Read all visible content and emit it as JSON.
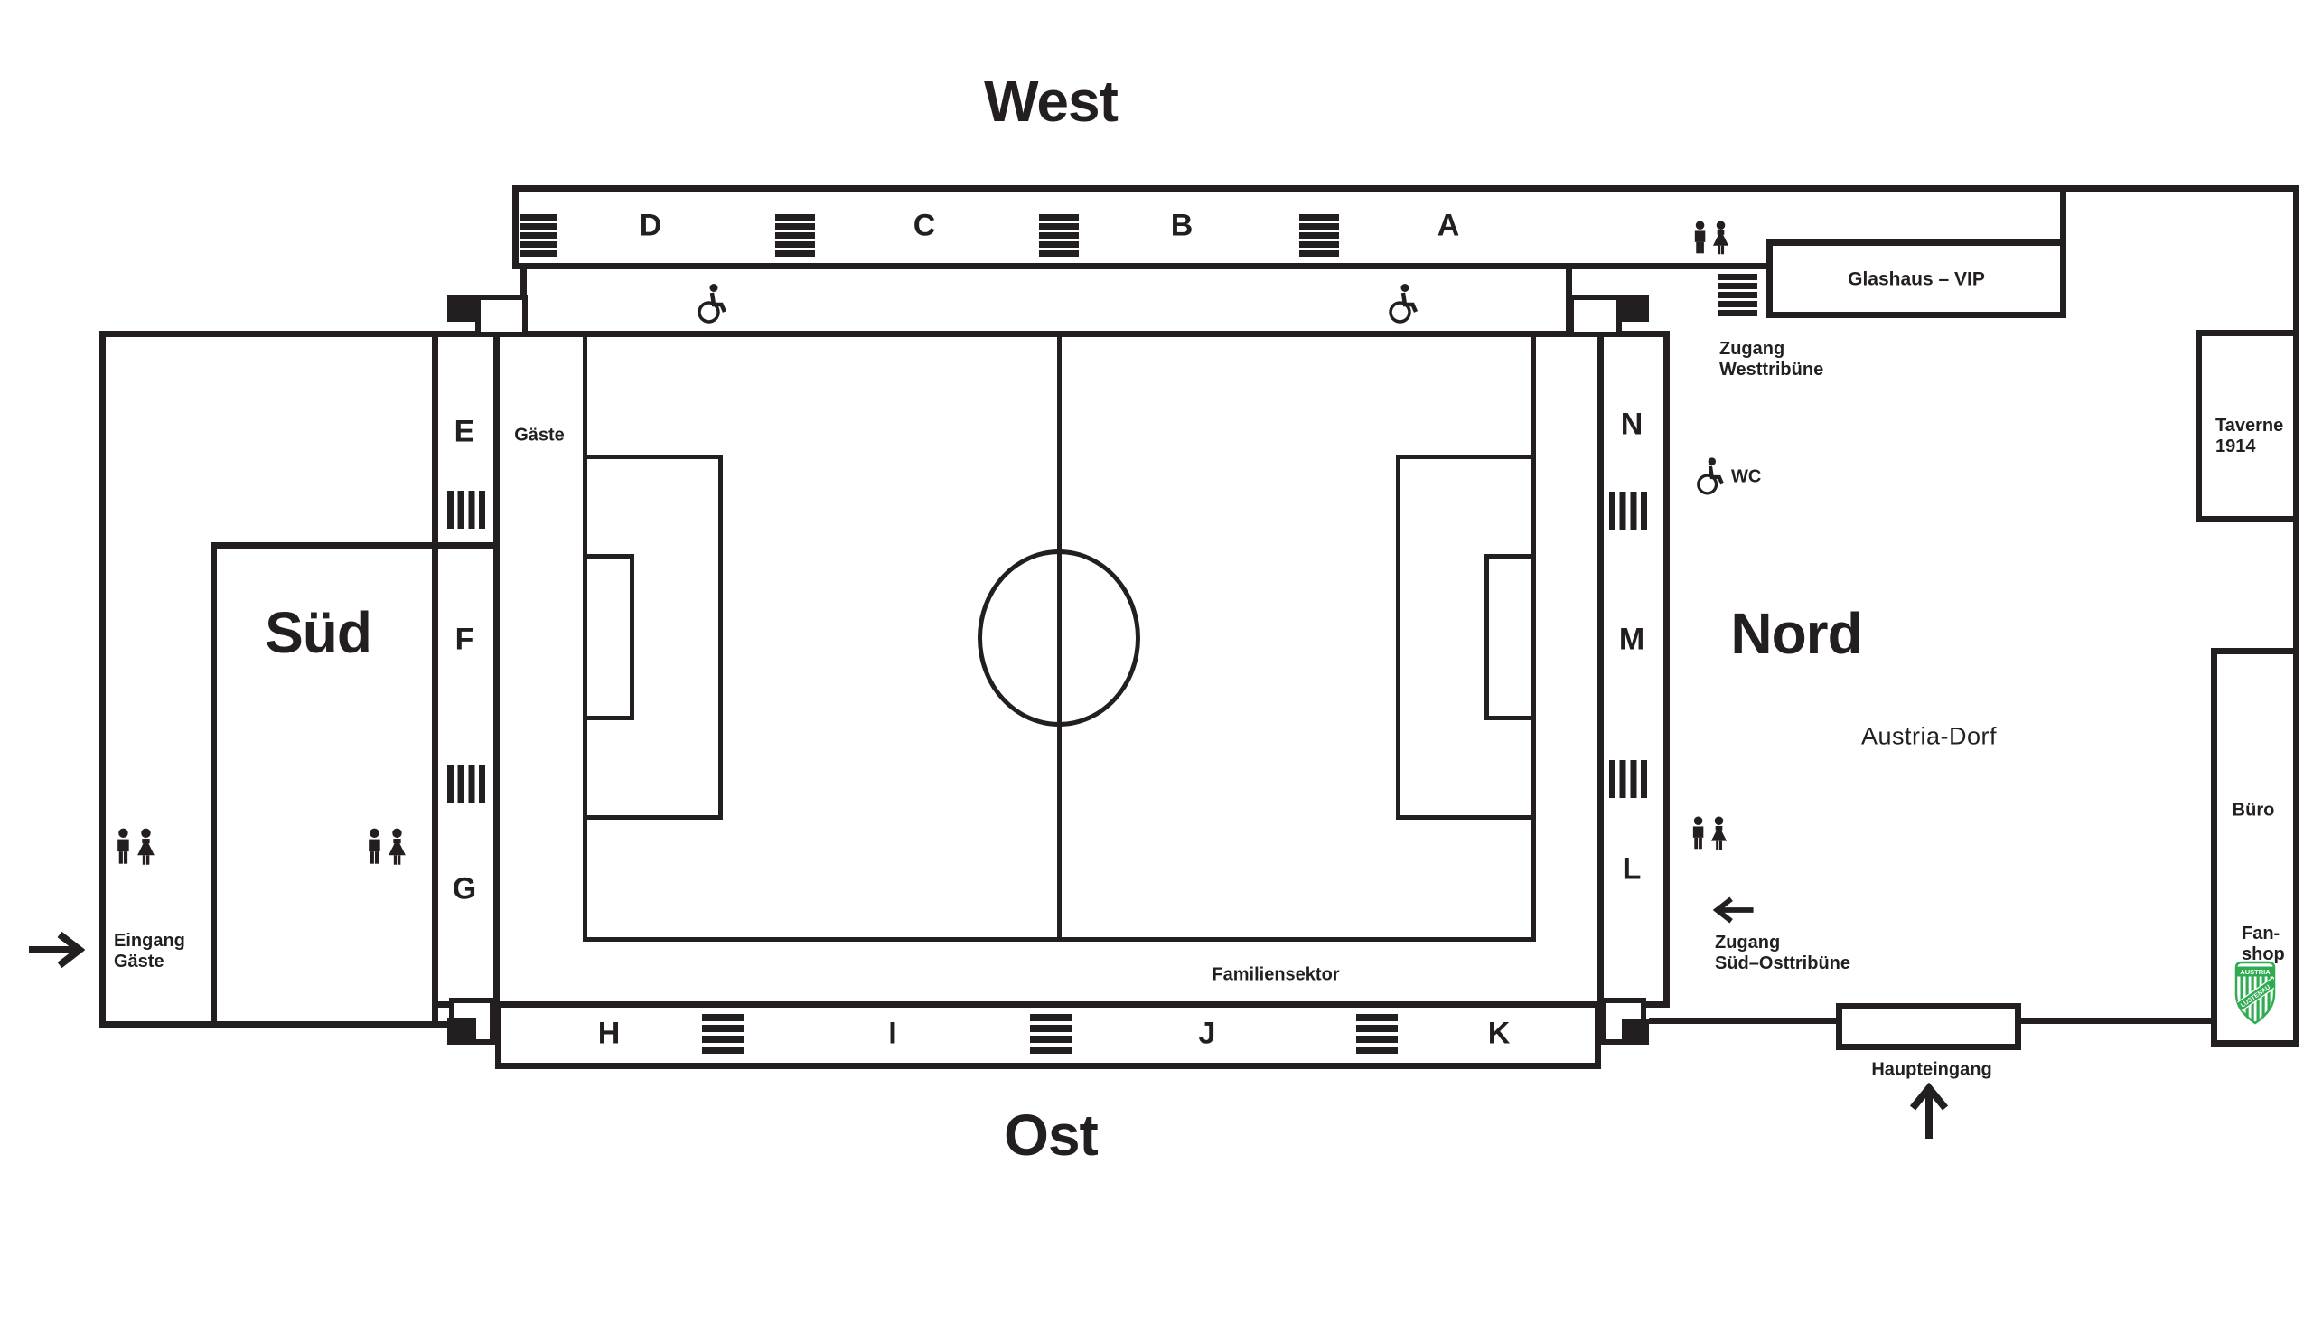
{
  "colors": {
    "ink": "#231f20",
    "green": "#2fac52",
    "paper": "#ffffff"
  },
  "stands": {
    "west": "West",
    "east": "Ost",
    "south": "Süd",
    "north": "Nord"
  },
  "sections": {
    "west": [
      "D",
      "C",
      "B",
      "A"
    ],
    "east": [
      "H",
      "I",
      "J",
      "K"
    ],
    "south": [
      "E",
      "F",
      "G"
    ],
    "north": [
      "N",
      "M",
      "L"
    ]
  },
  "labels": {
    "guests_sector": "Gäste",
    "family_sector": "Familiensektor",
    "glashaus_vip": "Glashaus – VIP",
    "access_west_line1": "Zugang",
    "access_west_line2": "Westtribüne",
    "wc": "WC",
    "taverne_line1": "Taverne",
    "taverne_line2": "1914",
    "austria_dorf": "Austria-Dorf",
    "office": "Büro",
    "fanshop_line1": "Fan-",
    "fanshop_line2": "shop",
    "access_southeast_line1": "Zugang",
    "access_southeast_line2": "Süd–Osttribüne",
    "guest_entrance_line1": "Eingang",
    "guest_entrance_line2": "Gäste",
    "main_entrance": "Haupteingang",
    "crest_top": "AUSTRIA",
    "crest_diagonal": "LUSTENAU"
  },
  "icons": {
    "stairs": "stair-bars",
    "toilets": "men-women-figures",
    "wheelchair": "wheelchair-access",
    "arrows": "direction-arrow"
  }
}
